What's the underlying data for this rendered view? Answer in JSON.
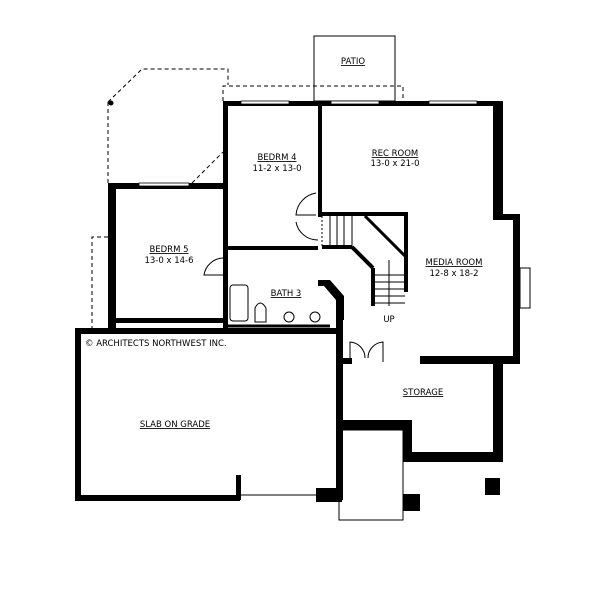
{
  "plan": {
    "copyright": "© ARCHITECTS NORTHWEST INC.",
    "line_color": "#000000",
    "background": "#ffffff",
    "rooms": [
      {
        "name": "PATIO",
        "size": ""
      },
      {
        "name": "BEDRM 4",
        "size": "11-2 x 13-0"
      },
      {
        "name": "REC ROOM",
        "size": "13-0 x 21-0"
      },
      {
        "name": "BEDRM 5",
        "size": "13-0 x 14-6"
      },
      {
        "name": "MEDIA ROOM",
        "size": "12-8 x 18-2"
      },
      {
        "name": "BATH 3",
        "size": ""
      },
      {
        "name": "STORAGE",
        "size": ""
      },
      {
        "name": "SLAB ON GRADE",
        "size": ""
      }
    ],
    "stair_label": "UP"
  }
}
